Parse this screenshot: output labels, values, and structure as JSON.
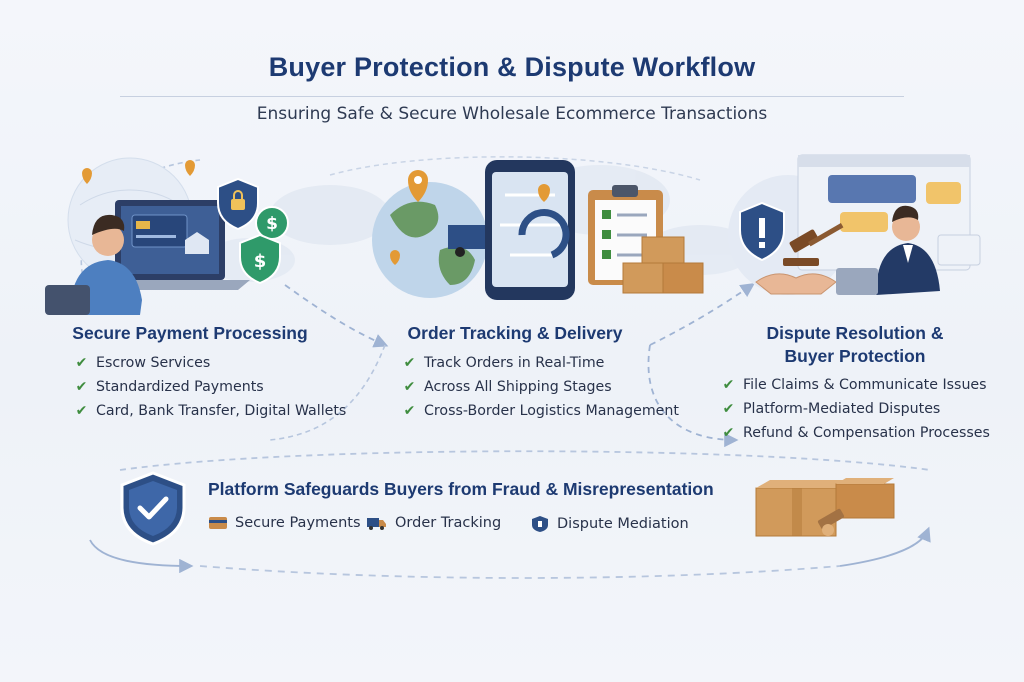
{
  "header": {
    "title": "Buyer Protection & Dispute Workflow",
    "subtitle": "Ensuring Safe & Secure Wholesale Ecommerce Transactions"
  },
  "columns": [
    {
      "title": "Secure Payment Processing",
      "icon": "payment-laptop-illustration",
      "bullets": [
        "Escrow Services",
        "Standardized Payments",
        "Card, Bank Transfer, Digital Wallets"
      ]
    },
    {
      "title": "Order Tracking & Delivery",
      "icon": "order-tracking-phone-illustration",
      "bullets": [
        "Track Orders in Real-Time",
        "Across All Shipping Stages",
        "Cross-Border Logistics Management"
      ]
    },
    {
      "title_line1": "Dispute Resolution &",
      "title_line2": "Buyer Protection",
      "icon": "dispute-judge-illustration",
      "bullets": [
        "File Claims & Communicate Issues",
        "Platform-Mediated Disputes",
        "Refund & Compensation Processes"
      ]
    }
  ],
  "safeguards": {
    "title": "Platform Safeguards Buyers from Fraud & Misrepresentation",
    "features": [
      {
        "label": "Secure Payments",
        "icon": "card-icon"
      },
      {
        "label": "Order Tracking",
        "icon": "truck-icon"
      },
      {
        "label": "Dispute Mediation",
        "icon": "shield-icon"
      }
    ]
  },
  "colors": {
    "title": "#1d3a72",
    "accent_blue": "#2f5fa8",
    "check_green": "#3f8d3f",
    "box_brown": "#c98b4a"
  }
}
